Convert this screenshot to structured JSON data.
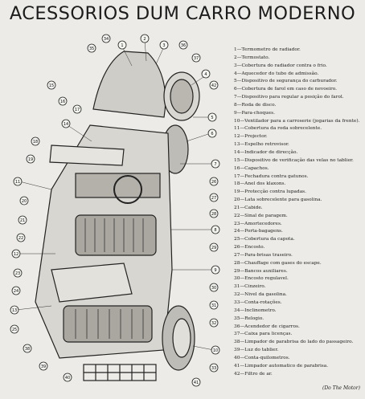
{
  "document": {
    "title": "ACESSORIOS DUM CARRO MODERNO",
    "credit": "(Do The Motor)"
  },
  "legend": [
    "1—Termometro de radiador.",
    "2—Termostato.",
    "3—Cobertura do radiador contra o frio.",
    "4—Aquecedor do tubo de admissão.",
    "5—Dispositivo de segurança do carburador.",
    "6—Cobertura de farol em caso de nevoeiro.",
    "7—Dispositivo para regular a posição do farol.",
    "8—Roda de disco.",
    "9—Para-choques.",
    "10—Ventilador para a carroserie (jogarias da frente).",
    "11—Cobertura da roda sobrecelente.",
    "12—Projector.",
    "13—Espelho retrovisor.",
    "14—Indicador de direcção.",
    "15—Dispositivo de verificação das velas no tablier.",
    "16—Capachos.",
    "17—Fechadura contra gatunos.",
    "18—Anel dos klaxons.",
    "19—Protecção contra lupadas.",
    "20—Lata sobrecelente para gasolina.",
    "21—Cabide.",
    "22—Sinal de paragem.",
    "23—Amortecedores.",
    "24—Porta-bagagens.",
    "25—Cobertura da capota.",
    "26—Encosto.",
    "27—Para-brisas traseiro.",
    "28—Chauffage com gases do escape.",
    "29—Bancos auxiliares.",
    "30—Encosto regulavel.",
    "31—Cinzeiro.",
    "32—Nivel da gasolina.",
    "33—Conta-rotações.",
    "34—Inclinometro.",
    "35—Relogio.",
    "36—Acendedor de cigarros.",
    "37—Caixa para licenças.",
    "38—Limpador de parabrisa do lado do passageiro.",
    "39—Luz do tablier.",
    "40—Conta-quilometros.",
    "41—Limpador automatico de parabrisa.",
    "42—Filtro de ar."
  ],
  "callouts": [
    "1",
    "2",
    "3",
    "4",
    "5",
    "6",
    "7",
    "8",
    "9",
    "10",
    "11",
    "12",
    "13",
    "14",
    "15",
    "16",
    "17",
    "18",
    "19",
    "20",
    "21",
    "22",
    "23",
    "24",
    "25",
    "26",
    "27",
    "28",
    "29",
    "30",
    "31",
    "32",
    "33",
    "34",
    "35",
    "36",
    "37",
    "38",
    "39",
    "40",
    "41",
    "42"
  ]
}
